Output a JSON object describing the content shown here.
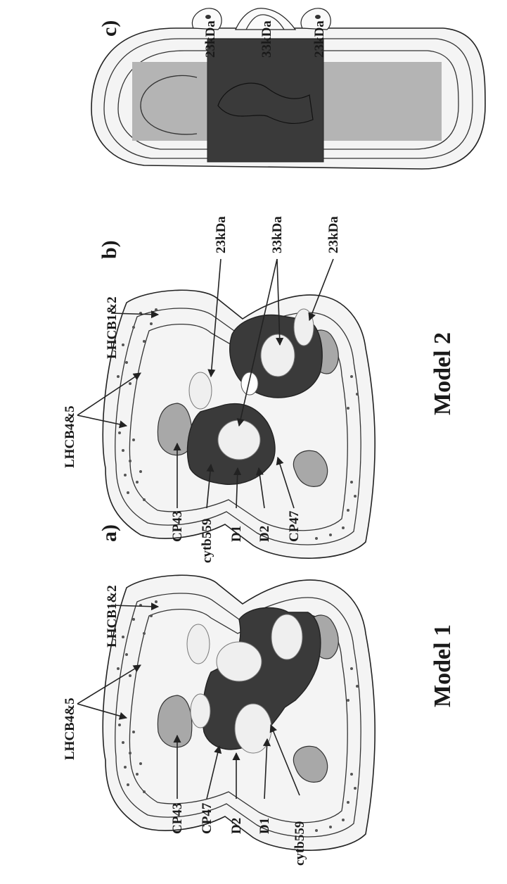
{
  "panels": {
    "a": "a)",
    "b": "b)",
    "c": "c)"
  },
  "models": {
    "model1": "Model 1",
    "model2": "Model 2"
  },
  "labels": {
    "a": {
      "lhcb45": "LHCB4&5",
      "lhcb12": "LHCB1&2",
      "cp43": "CP43",
      "cp47": "CP47",
      "d2": "D2",
      "d1": "D1",
      "cytb559": "cytb559"
    },
    "b": {
      "lhcb45": "LHCB4&5",
      "lhcb12": "LHCB1&2",
      "cp43": "CP43",
      "cytb559": "cytb559",
      "d1": "D1",
      "d2": "D2",
      "cp47": "CP47",
      "kda23_top": "23kDa",
      "kda33": "33kDa",
      "kda23_bottom": "23kDa"
    },
    "c": {
      "kda23_top": "23kDa",
      "kda33": "33kDa",
      "kda23_bottom": "23kDa"
    }
  },
  "colors": {
    "dark_density": "#3a3a3a",
    "medium_density": "#a8a8a8",
    "light_region": "#efefef",
    "stroke": "#333333"
  }
}
